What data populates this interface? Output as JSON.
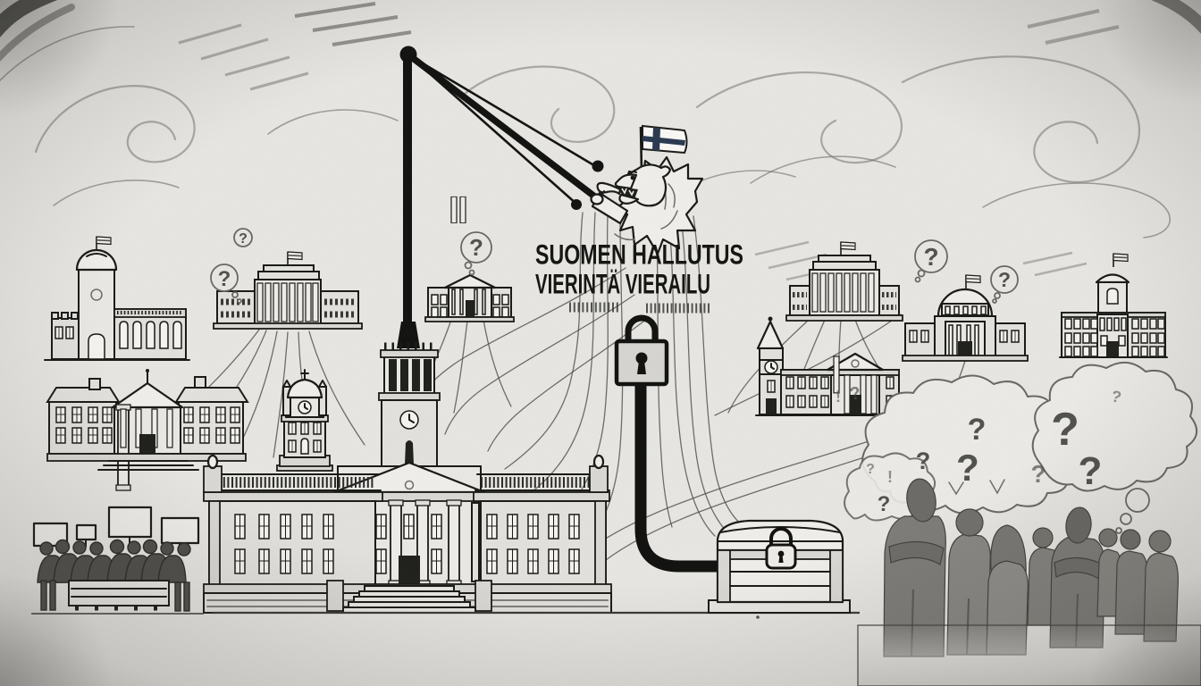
{
  "title": {
    "line1": "SUOMEN HALLUTUS",
    "line2": "VIERINTÄ VIERAILU"
  },
  "symbols": {
    "question": "?",
    "exclamation": "!"
  },
  "palette": {
    "paper": "#e9e8e4",
    "ink": "#1c1c1a",
    "pencil": "#6e6e6c",
    "flag_blue": "#2d3c52"
  },
  "scene": {
    "style": "hand-drawn pencil sketch illustration",
    "elements": [
      "finnish-heraldic-lion",
      "finland-flag",
      "puppet-strings",
      "government-palace",
      "parliament-buildings",
      "museum-buildings",
      "city-hall",
      "locked-padlock",
      "money-pipe",
      "treasure-chest",
      "protesters-with-blank-signs",
      "crowd-of-citizens",
      "thought-clouds-with-question-marks",
      "sky-swirls"
    ]
  }
}
